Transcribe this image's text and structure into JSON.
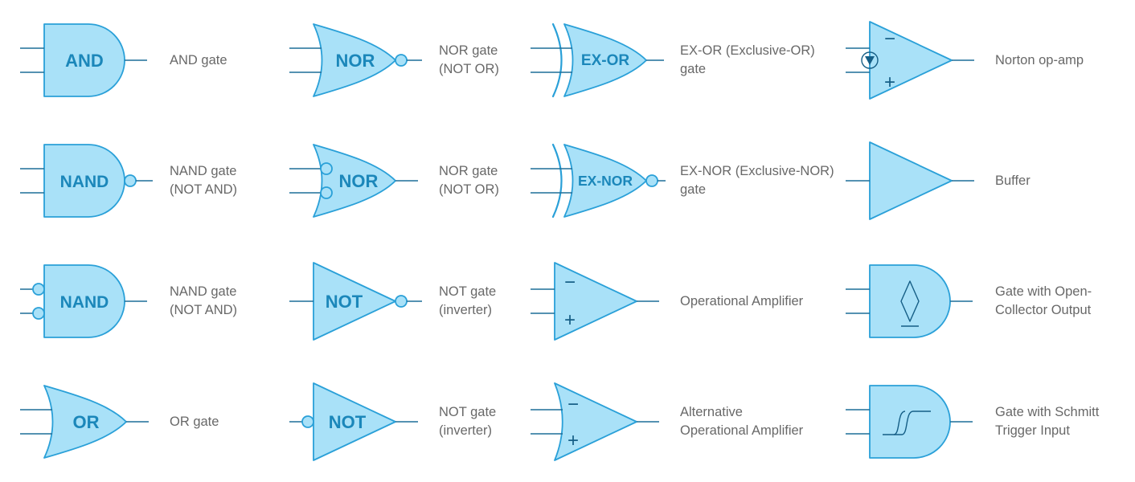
{
  "colors": {
    "background": "#ffffff",
    "gate_fill": "#a9e1f8",
    "gate_stroke": "#2aa0d8",
    "lead": "#1d6e99",
    "glyph": "#155e86",
    "symbol_text": "#1b87ba",
    "label_text": "#686868"
  },
  "signs": {
    "minus": "−",
    "plus": "+"
  },
  "cells": [
    {
      "name": "and-gate",
      "symbol_text": "AND",
      "label_lines": [
        "AND gate"
      ]
    },
    {
      "name": "nor-gate",
      "symbol_text": "NOR",
      "label_lines": [
        "NOR gate",
        "(NOT OR)"
      ]
    },
    {
      "name": "ex-or-gate",
      "symbol_text": "EX-OR",
      "label_lines": [
        "EX-OR (Exclusive-OR)",
        "gate"
      ]
    },
    {
      "name": "norton-op-amp",
      "label_lines": [
        "Norton op-amp"
      ]
    },
    {
      "name": "nand-gate",
      "symbol_text": "NAND",
      "label_lines": [
        "NAND gate",
        "(NOT AND)"
      ]
    },
    {
      "name": "nor-gate-negated-inputs",
      "symbol_text": "NOR",
      "label_lines": [
        "NOR gate",
        "(NOT OR)"
      ]
    },
    {
      "name": "ex-nor-gate",
      "symbol_text": "EX-NOR",
      "label_lines": [
        "EX-NOR (Exclusive-NOR)",
        "gate"
      ]
    },
    {
      "name": "buffer",
      "label_lines": [
        "Buffer"
      ]
    },
    {
      "name": "nand-gate-negated-inputs",
      "symbol_text": "NAND",
      "label_lines": [
        "NAND gate",
        "(NOT AND)"
      ]
    },
    {
      "name": "not-gate",
      "symbol_text": "NOT",
      "label_lines": [
        "NOT gate",
        "(inverter)"
      ]
    },
    {
      "name": "operational-amplifier",
      "label_lines": [
        "Operational Amplifier"
      ]
    },
    {
      "name": "gate-open-collector",
      "label_lines": [
        "Gate with Open-",
        "Collector Output"
      ]
    },
    {
      "name": "or-gate",
      "symbol_text": "OR",
      "label_lines": [
        "OR gate"
      ]
    },
    {
      "name": "not-gate-negated-input",
      "symbol_text": "NOT",
      "label_lines": [
        "NOT gate",
        "(inverter)"
      ]
    },
    {
      "name": "alternative-operational-amplifier",
      "label_lines": [
        "Alternative",
        "Operational Amplifier"
      ]
    },
    {
      "name": "gate-schmitt-trigger",
      "label_lines": [
        "Gate with Schmitt",
        "Trigger Input"
      ]
    }
  ]
}
